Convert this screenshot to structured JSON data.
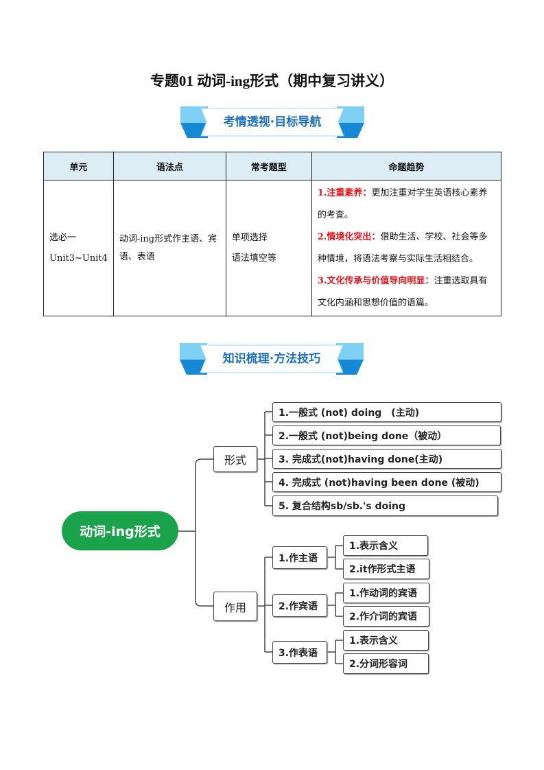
{
  "title": "专题01  动词-ing形式（期中复习讲义）",
  "banners": [
    "考情透视·目标导航",
    "知识梳理·方法技巧"
  ],
  "table": {
    "headers": [
      "单元",
      "语法点",
      "常考题型",
      "命题趋势"
    ],
    "unit": [
      "选必一",
      "Unit3~Unit4"
    ],
    "grammar": "动词-ing形式作主语、宾语、表语",
    "types": [
      "单项选择",
      "语法填空等"
    ],
    "trends": [
      {
        "label": "1.注重素养：",
        "text": "更加注重对学生英语核心素养的考查。"
      },
      {
        "label": "2.情境化突出：",
        "text": "借助生活、学校、社会等多种情境，将语法考察与实际生活相结合。"
      },
      {
        "label": "3.文化传承与价值导向明显：",
        "text": "注重选取具有文化内涵和思想价值的语篇。"
      }
    ]
  },
  "mindmap": {
    "root": "动词-ing形式",
    "form": {
      "label": "形式",
      "items": [
        "1.一般式 (not) doing　(主动)",
        "2.一般式 (not)being done（被动）",
        "3. 完成式(not)having done(主动)",
        "4. 完成式 (not)having been done (被动)",
        "5. 复合结构sb/sb.'s doing"
      ]
    },
    "use": {
      "label": "作用",
      "branches": [
        {
          "label": "1.作主语",
          "items": [
            "1.表示含义",
            "2.it作形式主语"
          ]
        },
        {
          "label": "2.作宾语",
          "items": [
            "1.作动词的宾语",
            "2.作介词的宾语"
          ]
        },
        {
          "label": "3.作表语",
          "items": [
            "1.表示含义",
            "2.分词形容词"
          ]
        }
      ]
    }
  }
}
